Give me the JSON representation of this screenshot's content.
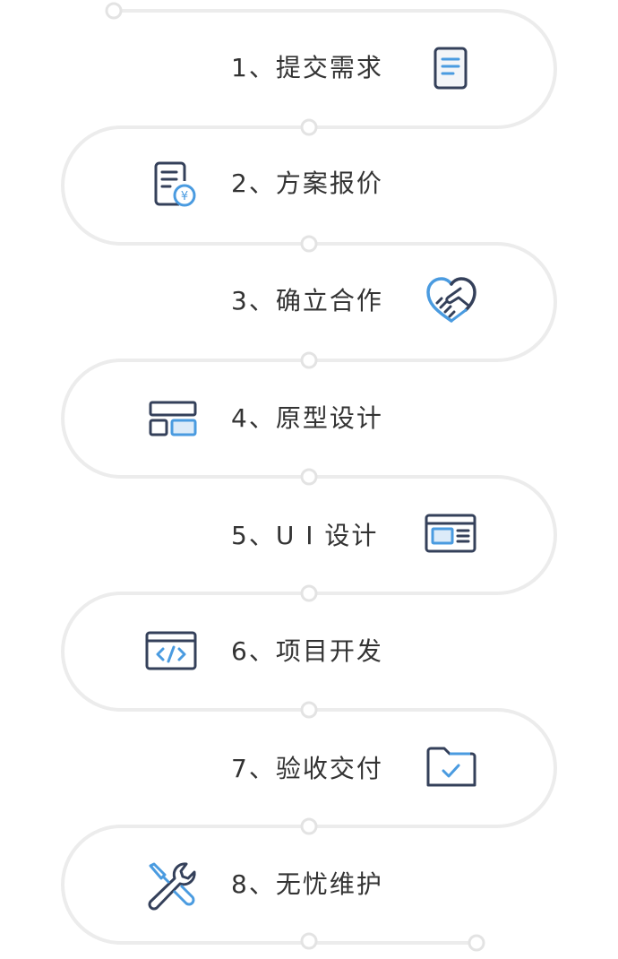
{
  "steps": [
    {
      "label": "1、提交需求",
      "icon": "document-icon"
    },
    {
      "label": "2、方案报价",
      "icon": "quote-document-icon"
    },
    {
      "label": "3、确立合作",
      "icon": "handshake-heart-icon"
    },
    {
      "label": "4、原型设计",
      "icon": "prototype-layout-icon"
    },
    {
      "label": "5、U I 设计",
      "icon": "ui-window-icon"
    },
    {
      "label": "6、项目开发",
      "icon": "code-window-icon"
    },
    {
      "label": "7、验收交付",
      "icon": "folder-check-icon"
    },
    {
      "label": "8、无忧维护",
      "icon": "tools-icon"
    }
  ],
  "colors": {
    "track": "#ececec",
    "icon_dark": "#34405a",
    "icon_accent": "#4a9be0",
    "text": "#333333"
  }
}
